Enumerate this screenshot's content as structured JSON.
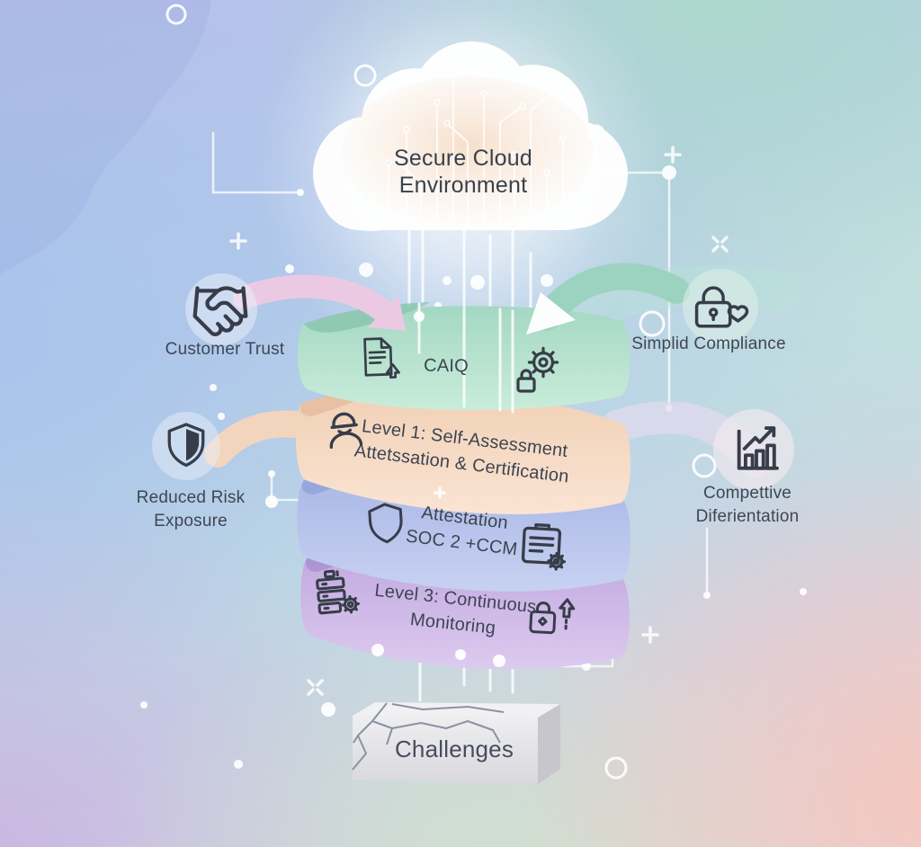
{
  "cloud": {
    "title": "Secure Cloud\nEnvironment"
  },
  "layers": [
    {
      "label": "CAIQ",
      "color": "#aeddc8",
      "icons": [
        "document-upload-icon",
        "gear-lock-icon"
      ]
    },
    {
      "label": "Level 1: Self-Assessment\nAttetssation & Certification",
      "color": "#f4d6bf",
      "icons": [
        "anonymous-user-icon"
      ]
    },
    {
      "label": "Attestation\nSOC 2 +CCM",
      "color": "#b2bee8",
      "icons": [
        "shield-outline-icon",
        "certificate-gear-icon"
      ]
    },
    {
      "label": "Level 3: Continuous\nMonitoring",
      "color": "#c9b1e4",
      "icons": [
        "server-gear-icon",
        "lock-upgrade-icon"
      ]
    }
  ],
  "left_benefits": [
    {
      "label": "Customer Trust",
      "icon": "handshake-icon",
      "arrow_color": "#ecc9e3"
    },
    {
      "label": "Reduced Risk\nExposure",
      "icon": "half-shield-icon",
      "arrow_color": "#f3d5bd"
    }
  ],
  "right_benefits": [
    {
      "label": "Simplid Compliance",
      "icon": "lock-heart-icon",
      "arrow_color": "#9bd3c0"
    },
    {
      "label": "Compettive\nDiferientation",
      "icon": "growth-chart-icon",
      "arrow_color": "#e3dbee"
    }
  ],
  "base": {
    "label": "Challenges",
    "color": "#e4e4e8"
  },
  "text_color": "#3d4452"
}
